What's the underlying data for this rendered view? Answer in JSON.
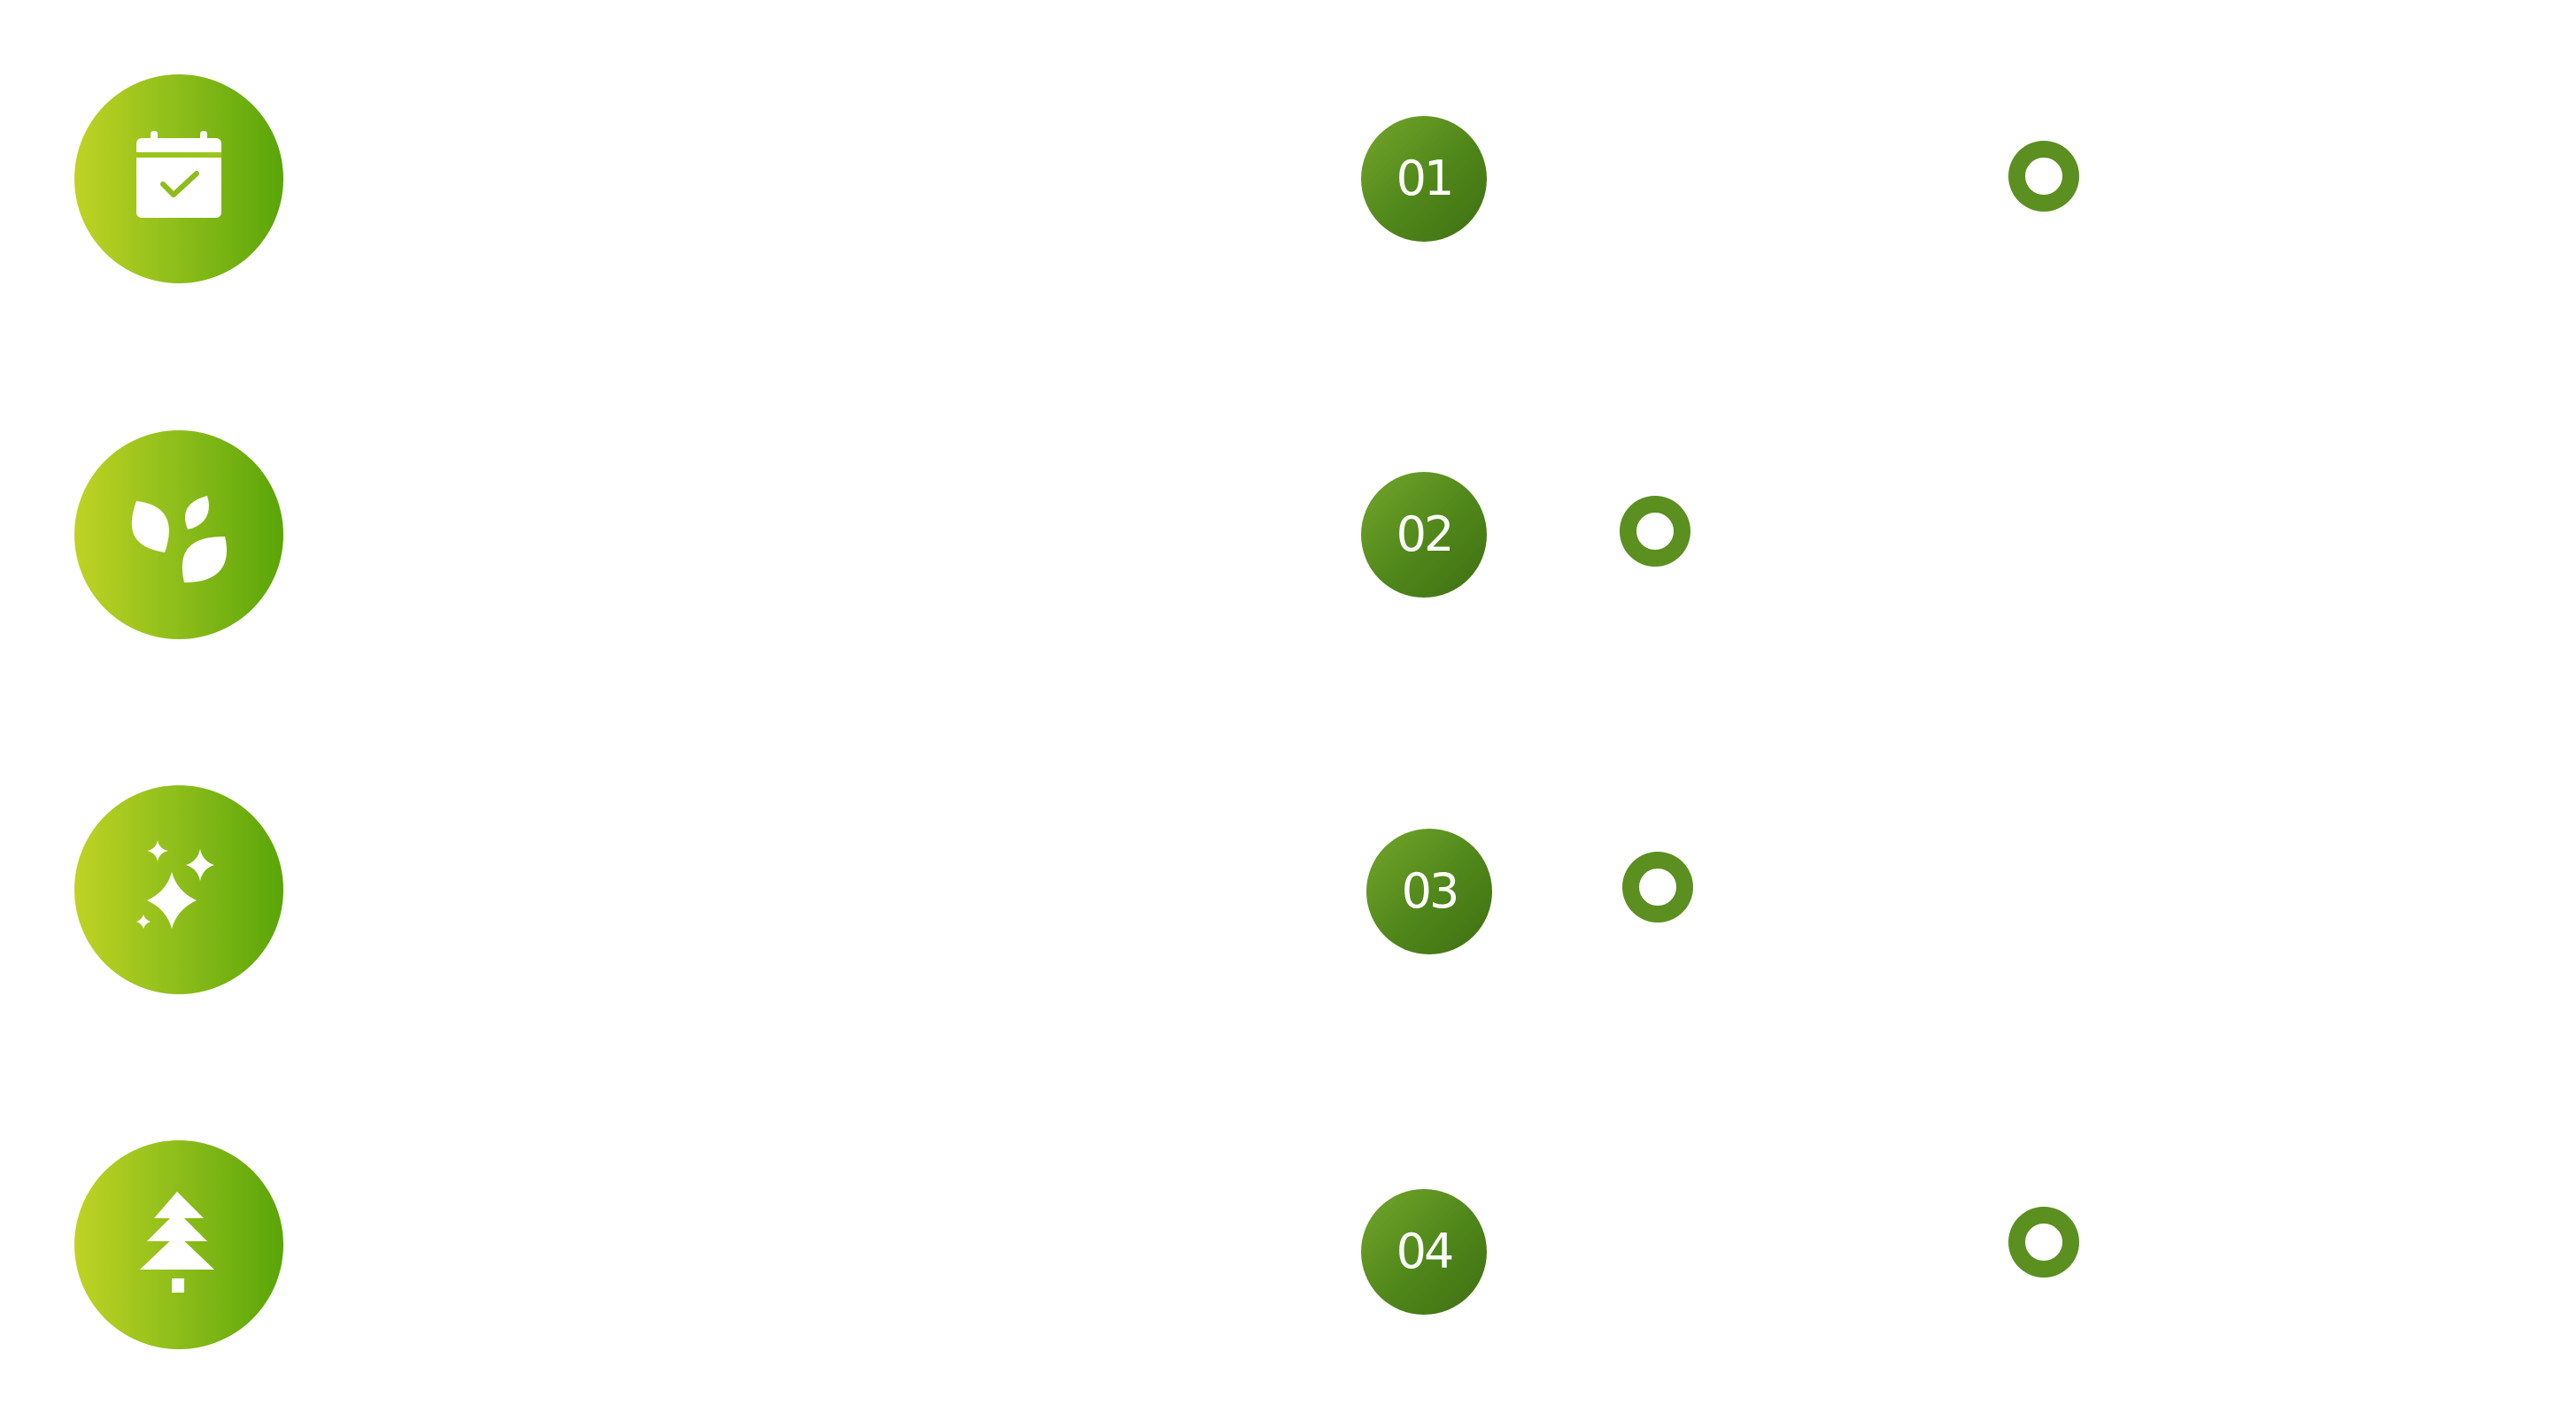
{
  "colors": {
    "icon_gradient_start": "#bfd324",
    "icon_gradient_end": "#5aa508",
    "number_badge": "#4f861a",
    "ring": "#5b8f20",
    "background": "#ffffff"
  },
  "steps": [
    {
      "number": "01",
      "icon": "calendar-check-icon"
    },
    {
      "number": "02",
      "icon": "leaves-icon"
    },
    {
      "number": "03",
      "icon": "sparkles-icon"
    },
    {
      "number": "04",
      "icon": "pine-tree-icon"
    }
  ]
}
